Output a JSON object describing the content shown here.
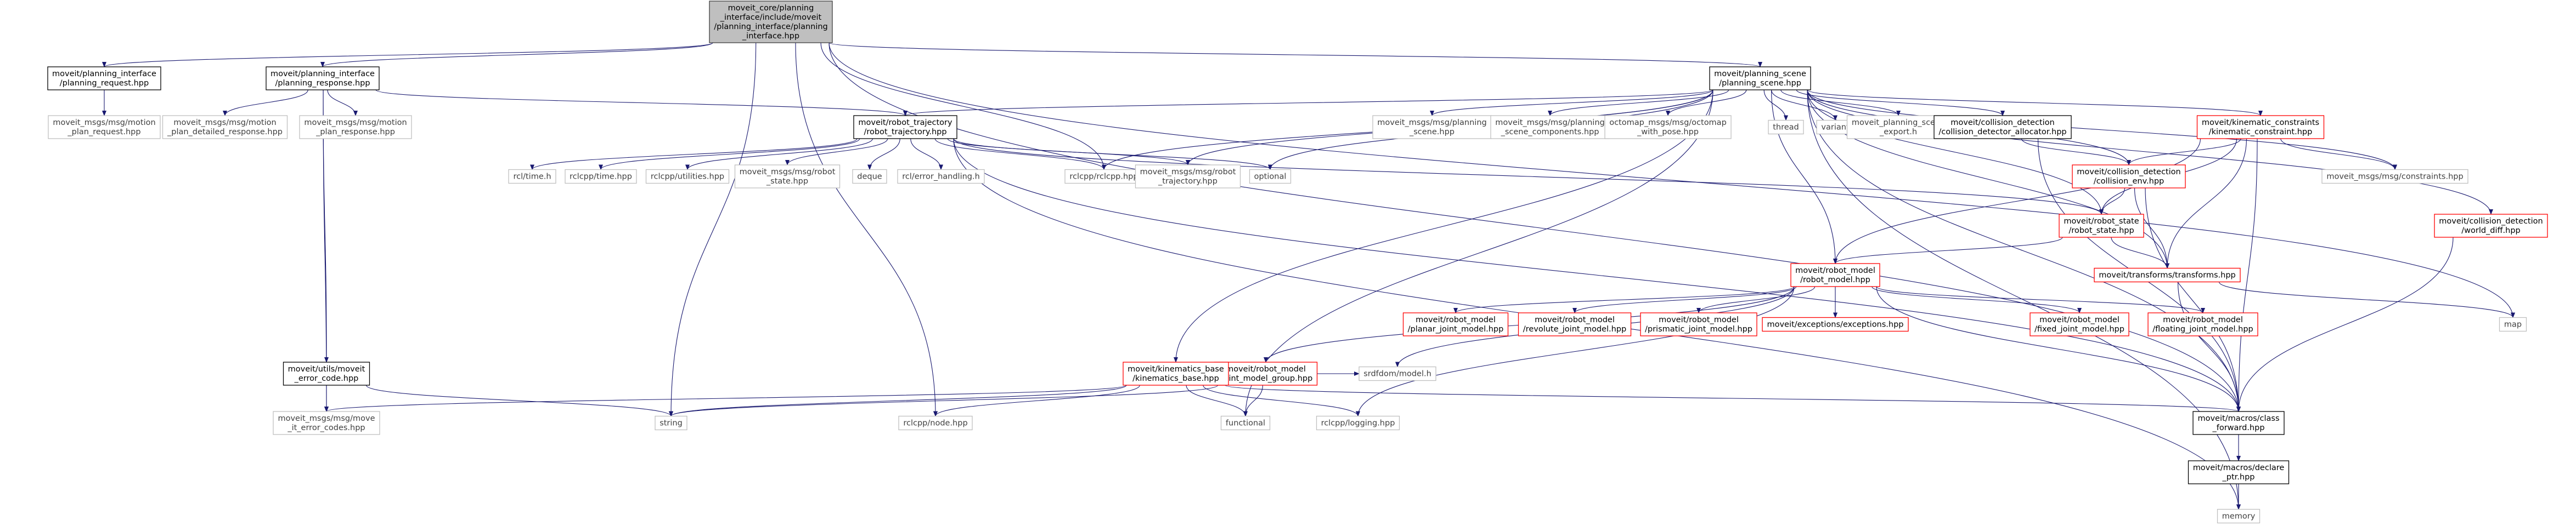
{
  "colors": {
    "edge": "#191970",
    "node_border_black": "#000000",
    "node_border_red": "#ff0000",
    "node_border_gray": "#bfbfbf",
    "text_dark": "#000000",
    "text_gray": "#404040",
    "root_fill": "#bfbfbf",
    "fill": "#ffffff"
  },
  "nodes": [
    {
      "id": "root",
      "lines": [
        "moveit_core/planning",
        "_interface/include/moveit",
        "/planning_interface/planning",
        "_interface.hpp"
      ],
      "style": "root"
    },
    {
      "id": "mpi_request",
      "lines": [
        "moveit/planning_interface",
        "/planning_request.hpp"
      ],
      "style": "black"
    },
    {
      "id": "mpi_response",
      "lines": [
        "moveit/planning_interface",
        "/planning_response.hpp"
      ],
      "style": "black"
    },
    {
      "id": "planning_scene",
      "lines": [
        "moveit/planning_scene",
        "/planning_scene.hpp"
      ],
      "style": "black"
    },
    {
      "id": "motion_plan_request",
      "lines": [
        "moveit_msgs/msg/motion",
        "_plan_request.hpp"
      ],
      "style": "gray"
    },
    {
      "id": "motion_plan_detailed",
      "lines": [
        "moveit_msgs/msg/motion",
        "_plan_detailed_response.hpp"
      ],
      "style": "gray"
    },
    {
      "id": "motion_plan_response",
      "lines": [
        "moveit_msgs/msg/motion",
        "_plan_response.hpp"
      ],
      "style": "gray"
    },
    {
      "id": "robot_trajectory",
      "lines": [
        "moveit/robot_trajectory",
        "/robot_trajectory.hpp"
      ],
      "style": "black"
    },
    {
      "id": "ps_msg",
      "lines": [
        "moveit_msgs/msg/planning",
        "_scene.hpp"
      ],
      "style": "gray"
    },
    {
      "id": "ps_components",
      "lines": [
        "moveit_msgs/msg/planning",
        "_scene_components.hpp"
      ],
      "style": "gray"
    },
    {
      "id": "octomap",
      "lines": [
        "octomap_msgs/msg/octomap",
        "_with_pose.hpp"
      ],
      "style": "gray"
    },
    {
      "id": "thread",
      "lines": [
        "thread"
      ],
      "style": "gray"
    },
    {
      "id": "variant",
      "lines": [
        "variant"
      ],
      "style": "gray"
    },
    {
      "id": "ps_export",
      "lines": [
        "moveit_planning_scene",
        "_export.h"
      ],
      "style": "gray"
    },
    {
      "id": "cd_allocator",
      "lines": [
        "moveit/collision_detection",
        "/collision_detector_allocator.hpp"
      ],
      "style": "black"
    },
    {
      "id": "kinematic_constraint",
      "lines": [
        "moveit/kinematic_constraints",
        "/kinematic_constraint.hpp"
      ],
      "style": "red"
    },
    {
      "id": "rtime",
      "lines": [
        "rcl/time.h"
      ],
      "style": "gray"
    },
    {
      "id": "rclcpp_time",
      "lines": [
        "rclcpp/time.hpp"
      ],
      "style": "gray"
    },
    {
      "id": "rclcpp_utilities",
      "lines": [
        "rclcpp/utilities.hpp"
      ],
      "style": "gray"
    },
    {
      "id": "robot_state_msg",
      "lines": [
        "moveit_msgs/msg/robot",
        "_state.hpp"
      ],
      "style": "gray"
    },
    {
      "id": "deque",
      "lines": [
        "deque"
      ],
      "style": "gray"
    },
    {
      "id": "rcl_error",
      "lines": [
        "rcl/error_handling.h"
      ],
      "style": "gray"
    },
    {
      "id": "rclcpp_hpp",
      "lines": [
        "rclcpp/rclcpp.hpp"
      ],
      "style": "gray"
    },
    {
      "id": "robot_traj_msg",
      "lines": [
        "moveit_msgs/msg/robot",
        "_trajectory.hpp"
      ],
      "style": "gray"
    },
    {
      "id": "optional",
      "lines": [
        "optional"
      ],
      "style": "gray"
    },
    {
      "id": "collision_env",
      "lines": [
        "moveit/collision_detection",
        "/collision_env.hpp"
      ],
      "style": "red"
    },
    {
      "id": "constraints_msg",
      "lines": [
        "moveit_msgs/msg/constraints.hpp"
      ],
      "style": "gray"
    },
    {
      "id": "robot_state",
      "lines": [
        "moveit/robot_state",
        "/robot_state.hpp"
      ],
      "style": "red"
    },
    {
      "id": "world_diff",
      "lines": [
        "moveit/collision_detection",
        "/world_diff.hpp"
      ],
      "style": "red"
    },
    {
      "id": "transforms",
      "lines": [
        "moveit/transforms/transforms.hpp"
      ],
      "style": "red"
    },
    {
      "id": "robot_model",
      "lines": [
        "moveit/robot_model",
        "/robot_model.hpp"
      ],
      "style": "red"
    },
    {
      "id": "map",
      "lines": [
        "map"
      ],
      "style": "gray"
    },
    {
      "id": "utils_error",
      "lines": [
        "moveit/utils/moveit",
        "_error_code.hpp"
      ],
      "style": "black"
    },
    {
      "id": "jmg",
      "lines": [
        "moveit/robot_model",
        "/joint_model_group.hpp"
      ],
      "style": "red"
    },
    {
      "id": "planar",
      "lines": [
        "moveit/robot_model",
        "/planar_joint_model.hpp"
      ],
      "style": "red"
    },
    {
      "id": "revolute",
      "lines": [
        "moveit/robot_model",
        "/revolute_joint_model.hpp"
      ],
      "style": "red"
    },
    {
      "id": "prismatic",
      "lines": [
        "moveit/robot_model",
        "/prismatic_joint_model.hpp"
      ],
      "style": "red"
    },
    {
      "id": "exceptions",
      "lines": [
        "moveit/exceptions/exceptions.hpp"
      ],
      "style": "red"
    },
    {
      "id": "fixed",
      "lines": [
        "moveit/robot_model",
        "/fixed_joint_model.hpp"
      ],
      "style": "red"
    },
    {
      "id": "floating",
      "lines": [
        "moveit/robot_model",
        "/floating_joint_model.hpp"
      ],
      "style": "red"
    },
    {
      "id": "kinematics_base",
      "lines": [
        "moveit/kinematics_base",
        "/kinematics_base.hpp"
      ],
      "style": "red"
    },
    {
      "id": "srdfdom",
      "lines": [
        "srdfdom/model.h"
      ],
      "style": "gray"
    },
    {
      "id": "move_it_error_codes",
      "lines": [
        "moveit_msgs/msg/move",
        "_it_error_codes.hpp"
      ],
      "style": "gray"
    },
    {
      "id": "string",
      "lines": [
        "string"
      ],
      "style": "gray"
    },
    {
      "id": "rclcpp_node",
      "lines": [
        "rclcpp/node.hpp"
      ],
      "style": "gray"
    },
    {
      "id": "functional",
      "lines": [
        "functional"
      ],
      "style": "gray"
    },
    {
      "id": "rclcpp_logging",
      "lines": [
        "rclcpp/logging.hpp"
      ],
      "style": "gray"
    },
    {
      "id": "class_forward",
      "lines": [
        "moveit/macros/class",
        "_forward.hpp"
      ],
      "style": "black"
    },
    {
      "id": "declare_ptr",
      "lines": [
        "moveit/macros/declare",
        "_ptr.hpp"
      ],
      "style": "black"
    },
    {
      "id": "memory",
      "lines": [
        "memory"
      ],
      "style": "gray"
    }
  ],
  "edges": [
    [
      "root",
      "mpi_request"
    ],
    [
      "root",
      "mpi_response"
    ],
    [
      "root",
      "planning_scene"
    ],
    [
      "root",
      "rclcpp_hpp"
    ],
    [
      "root",
      "string"
    ],
    [
      "root",
      "rclcpp_node"
    ],
    [
      "root",
      "map"
    ],
    [
      "root",
      "class_forward"
    ],
    [
      "mpi_request",
      "motion_plan_request"
    ],
    [
      "mpi_response",
      "motion_plan_detailed"
    ],
    [
      "mpi_response",
      "motion_plan_response"
    ],
    [
      "mpi_response",
      "robot_trajectory"
    ],
    [
      "mpi_response",
      "utils_error"
    ],
    [
      "mpi_response",
      "move_it_error_codes"
    ],
    [
      "planning_scene",
      "robot_trajectory"
    ],
    [
      "planning_scene",
      "ps_msg"
    ],
    [
      "planning_scene",
      "ps_components"
    ],
    [
      "planning_scene",
      "octomap"
    ],
    [
      "planning_scene",
      "thread"
    ],
    [
      "planning_scene",
      "variant"
    ],
    [
      "planning_scene",
      "ps_export"
    ],
    [
      "planning_scene",
      "cd_allocator"
    ],
    [
      "planning_scene",
      "kinematic_constraint"
    ],
    [
      "planning_scene",
      "rclcpp_hpp"
    ],
    [
      "planning_scene",
      "robot_traj_msg"
    ],
    [
      "planning_scene",
      "optional"
    ],
    [
      "planning_scene",
      "collision_env"
    ],
    [
      "planning_scene",
      "constraints_msg"
    ],
    [
      "planning_scene",
      "robot_state"
    ],
    [
      "planning_scene",
      "world_diff"
    ],
    [
      "planning_scene",
      "transforms"
    ],
    [
      "planning_scene",
      "robot_model"
    ],
    [
      "planning_scene",
      "kinematics_base"
    ],
    [
      "planning_scene",
      "functional"
    ],
    [
      "planning_scene",
      "memory"
    ],
    [
      "planning_scene",
      "class_forward"
    ],
    [
      "robot_trajectory",
      "rtime"
    ],
    [
      "robot_trajectory",
      "rclcpp_time"
    ],
    [
      "robot_trajectory",
      "rclcpp_utilities"
    ],
    [
      "robot_trajectory",
      "robot_state_msg"
    ],
    [
      "robot_trajectory",
      "deque"
    ],
    [
      "robot_trajectory",
      "rcl_error"
    ],
    [
      "robot_trajectory",
      "rclcpp_hpp"
    ],
    [
      "robot_trajectory",
      "robot_traj_msg"
    ],
    [
      "robot_trajectory",
      "optional"
    ],
    [
      "robot_trajectory",
      "robot_state"
    ],
    [
      "robot_trajectory",
      "memory"
    ],
    [
      "robot_trajectory",
      "class_forward"
    ],
    [
      "cd_allocator",
      "collision_env"
    ],
    [
      "cd_allocator",
      "class_forward"
    ],
    [
      "kinematic_constraint",
      "constraints_msg"
    ],
    [
      "kinematic_constraint",
      "collision_env"
    ],
    [
      "kinematic_constraint",
      "robot_state"
    ],
    [
      "kinematic_constraint",
      "transforms"
    ],
    [
      "kinematic_constraint",
      "robot_model"
    ],
    [
      "kinematic_constraint",
      "class_forward"
    ],
    [
      "collision_env",
      "robot_state"
    ],
    [
      "collision_env",
      "transforms"
    ],
    [
      "collision_env",
      "class_forward"
    ],
    [
      "robot_state",
      "robot_model"
    ],
    [
      "robot_state",
      "transforms"
    ],
    [
      "world_diff",
      "class_forward"
    ],
    [
      "transforms",
      "map"
    ],
    [
      "transforms",
      "class_forward"
    ],
    [
      "robot_model",
      "jmg"
    ],
    [
      "robot_model",
      "planar"
    ],
    [
      "robot_model",
      "revolute"
    ],
    [
      "robot_model",
      "prismatic"
    ],
    [
      "robot_model",
      "exceptions"
    ],
    [
      "robot_model",
      "fixed"
    ],
    [
      "robot_model",
      "floating"
    ],
    [
      "robot_model",
      "srdfdom"
    ],
    [
      "robot_model",
      "rclcpp_logging"
    ],
    [
      "robot_model",
      "class_forward"
    ],
    [
      "utils_error",
      "move_it_error_codes"
    ],
    [
      "utils_error",
      "string"
    ],
    [
      "jmg",
      "kinematics_base"
    ],
    [
      "jmg",
      "srdfdom"
    ],
    [
      "jmg",
      "functional"
    ],
    [
      "jmg",
      "string"
    ],
    [
      "kinematics_base",
      "move_it_error_codes"
    ],
    [
      "kinematics_base",
      "string"
    ],
    [
      "kinematics_base",
      "rclcpp_node"
    ],
    [
      "kinematics_base",
      "functional"
    ],
    [
      "kinematics_base",
      "rclcpp_logging"
    ],
    [
      "kinematics_base",
      "class_forward"
    ],
    [
      "class_forward",
      "declare_ptr"
    ],
    [
      "declare_ptr",
      "memory"
    ]
  ]
}
